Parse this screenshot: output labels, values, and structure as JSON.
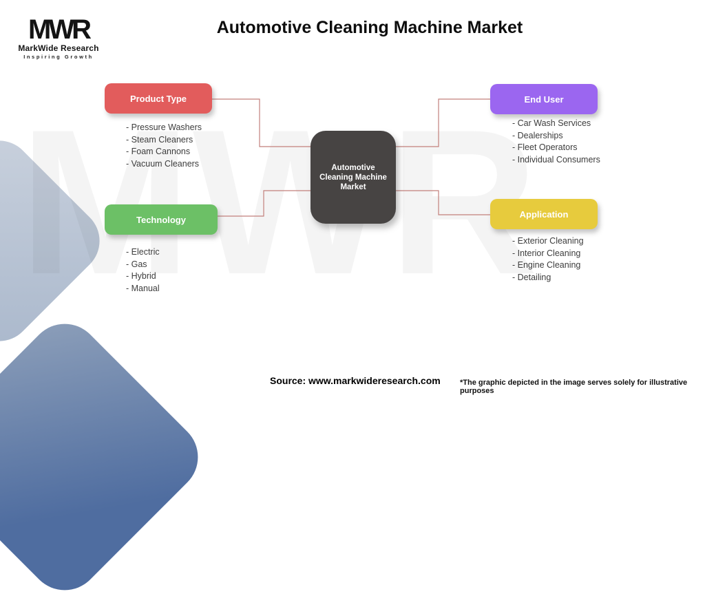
{
  "logo": {
    "mark": "MWR",
    "name": "MarkWide Research",
    "tagline": "Inspiring Growth"
  },
  "title": "Automotive Cleaning Machine Market",
  "watermark": {
    "text": "MWR"
  },
  "center": {
    "label": "Automotive Cleaning Machine Market",
    "color": "#474443"
  },
  "connector_color": "#c27f7b",
  "nodes": [
    {
      "id": "product-type",
      "label": "Product Type",
      "color": "#e25c5c",
      "items": [
        "- Pressure Washers",
        "- Steam Cleaners",
        "- Foam Cannons",
        "- Vacuum Cleaners"
      ]
    },
    {
      "id": "end-user",
      "label": "End User",
      "color": "#9b66f0",
      "items": [
        "- Car Wash Services",
        "- Dealerships",
        "- Fleet Operators",
        "- Individual Consumers"
      ]
    },
    {
      "id": "technology",
      "label": "Technology",
      "color": "#6cc066",
      "items": [
        "- Electric",
        "- Gas",
        "- Hybrid",
        "- Manual"
      ]
    },
    {
      "id": "application",
      "label": "Application",
      "color": "#e7cb3d",
      "items": [
        "- Exterior Cleaning",
        "- Interior Cleaning",
        "- Engine Cleaning",
        "- Detailing"
      ]
    }
  ],
  "footer": {
    "source": "Source: www.markwideresearch.com",
    "disclaimer": "*The graphic depicted in the image serves solely for illustrative purposes"
  }
}
